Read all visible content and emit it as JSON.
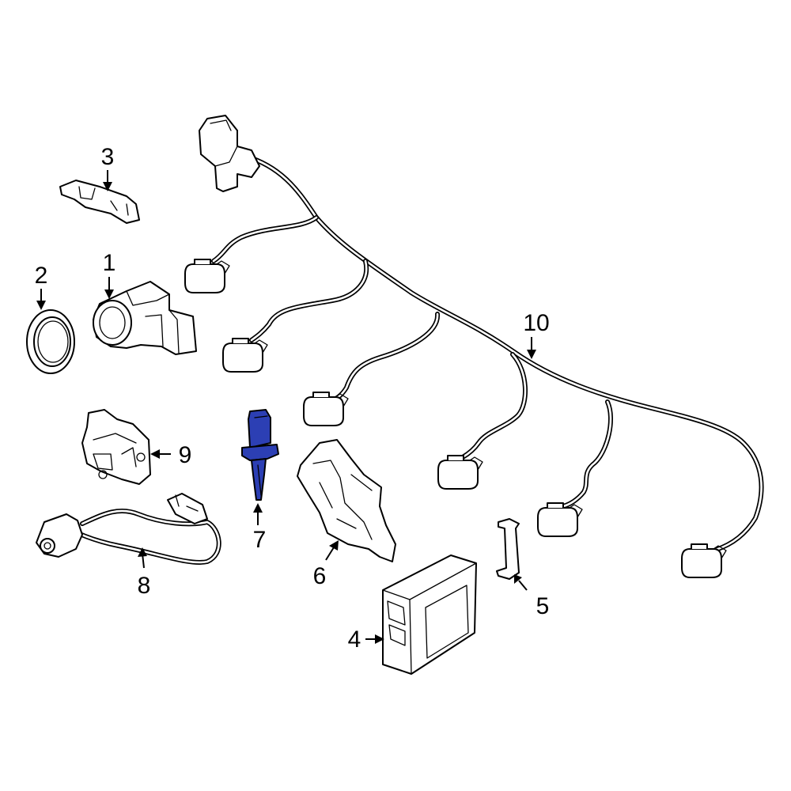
{
  "diagram": {
    "highlight_color": "#2c3fb4",
    "highlighted_part": "7",
    "callouts": [
      {
        "id": "c1",
        "label": "1"
      },
      {
        "id": "c2",
        "label": "2"
      },
      {
        "id": "c3",
        "label": "3"
      },
      {
        "id": "c4",
        "label": "4"
      },
      {
        "id": "c5",
        "label": "5"
      },
      {
        "id": "c6",
        "label": "6"
      },
      {
        "id": "c7",
        "label": "7"
      },
      {
        "id": "c8",
        "label": "8"
      },
      {
        "id": "c9",
        "label": "9"
      },
      {
        "id": "c10",
        "label": "10"
      }
    ]
  }
}
